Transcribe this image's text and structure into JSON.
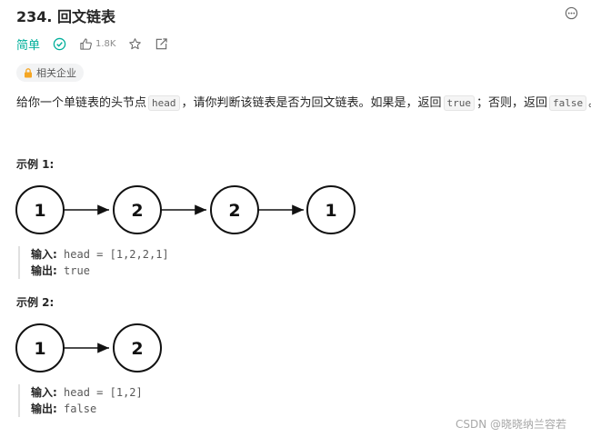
{
  "problem": {
    "title": "234. 回文链表",
    "difficulty": "简单",
    "likes": "1.8K",
    "tag": "相关企业"
  },
  "description": {
    "text1": "给你一个单链表的头节点",
    "code1": "head",
    "text2": "，请你判断该链表是否为回文链表。如果是，返回",
    "code2": "true",
    "text3": "；否则，返回",
    "code3": "false",
    "text4": "。"
  },
  "examples": [
    {
      "title": "示例 1:",
      "nodes": [
        "1",
        "2",
        "2",
        "1"
      ],
      "input_label": "输入:",
      "input_value": "head = [1,2,2,1]",
      "output_label": "输出:",
      "output_value": "true"
    },
    {
      "title": "示例 2:",
      "nodes": [
        "1",
        "2"
      ],
      "input_label": "输入:",
      "input_value": "head = [1,2]",
      "output_label": "输出:",
      "output_value": "false"
    }
  ],
  "watermark": "CSDN @晓晓纳兰容若",
  "colors": {
    "accent": "#00af9b",
    "text": "#262626",
    "muted": "#8c8c8c"
  },
  "icons": [
    "more-icon",
    "check-circle-icon",
    "thumb-up-icon",
    "star-icon",
    "share-icon",
    "lock-icon"
  ]
}
